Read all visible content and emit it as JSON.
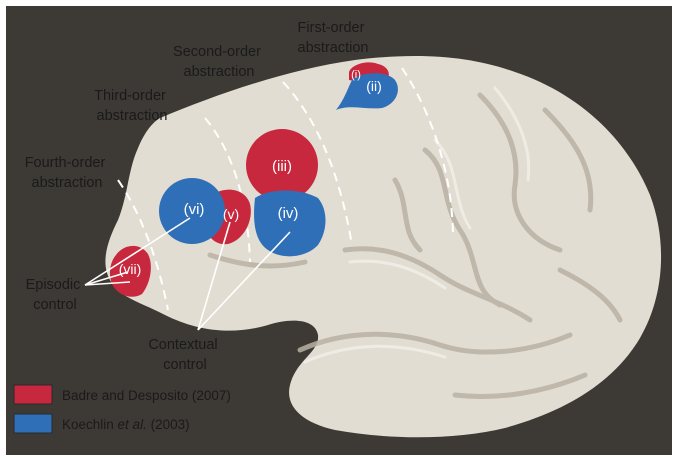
{
  "colors": {
    "background": "#3d3a35",
    "cortex": "#e2ddd2",
    "red": "#c8283d",
    "blue": "#2f6fb8"
  },
  "abstraction_labels": {
    "first": [
      "First-order",
      "abstraction"
    ],
    "second": [
      "Second-order",
      "abstraction"
    ],
    "third": [
      "Third-order",
      "abstraction"
    ],
    "fourth": [
      "Fourth-order",
      "abstraction"
    ]
  },
  "control_labels": {
    "episodic": [
      "Episodic",
      "control"
    ],
    "contextual": [
      "Contextual",
      "control"
    ]
  },
  "regions": [
    {
      "id": "i",
      "label": "(i)",
      "color": "red"
    },
    {
      "id": "ii",
      "label": "(ii)",
      "color": "blue"
    },
    {
      "id": "iii",
      "label": "(iii)",
      "color": "red"
    },
    {
      "id": "iv",
      "label": "(iv)",
      "color": "blue"
    },
    {
      "id": "v",
      "label": "(v)",
      "color": "red"
    },
    {
      "id": "vi",
      "label": "(vi)",
      "color": "blue"
    },
    {
      "id": "vii",
      "label": "(vii)",
      "color": "red"
    }
  ],
  "legend": {
    "red_label": "Badre and Desposito (2007)",
    "blue_prefix": "Koechlin ",
    "blue_italic": "et al.",
    "blue_suffix": " (2003)"
  }
}
